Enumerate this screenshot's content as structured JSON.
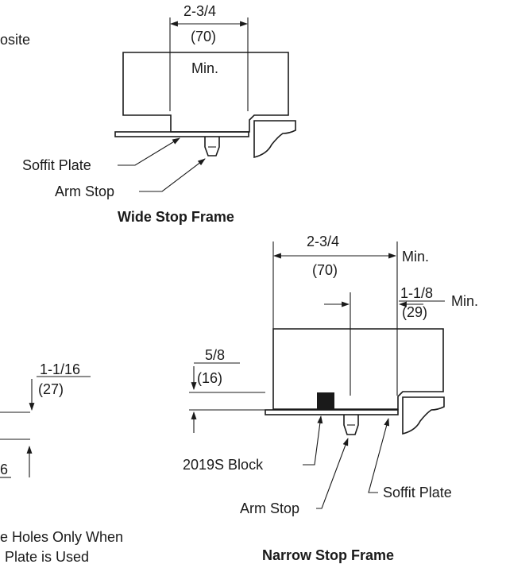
{
  "wide_stop_frame": {
    "title": "Wide Stop Frame",
    "dim_top_fraction": "2-3/4",
    "dim_top_metric": "(70)",
    "dim_top_qualifier": "Min.",
    "label_soffit_plate": "Soffit Plate",
    "label_arm_stop": "Arm Stop"
  },
  "narrow_stop_frame": {
    "title": "Narrow Stop Frame",
    "dim_top_fraction": "2-3/4",
    "dim_top_metric": "(70)",
    "dim_top_qualifier": "Min.",
    "dim_right_fraction": "1-1/8",
    "dim_right_metric": "(29)",
    "dim_right_qualifier": "Min.",
    "dim_left_fraction": "5/8",
    "dim_left_metric": "(16)",
    "label_block": "2019S Block",
    "label_arm_stop": "Arm Stop",
    "label_soffit_plate": "Soffit Plate"
  },
  "left_partial": {
    "text_top_right": "osite",
    "dim_fraction": "1-1/16",
    "dim_metric": "(27)",
    "dim_bottom_fragment": "6",
    "note_line1": "e Holes Only When",
    "note_line2": "Plate is Used"
  }
}
